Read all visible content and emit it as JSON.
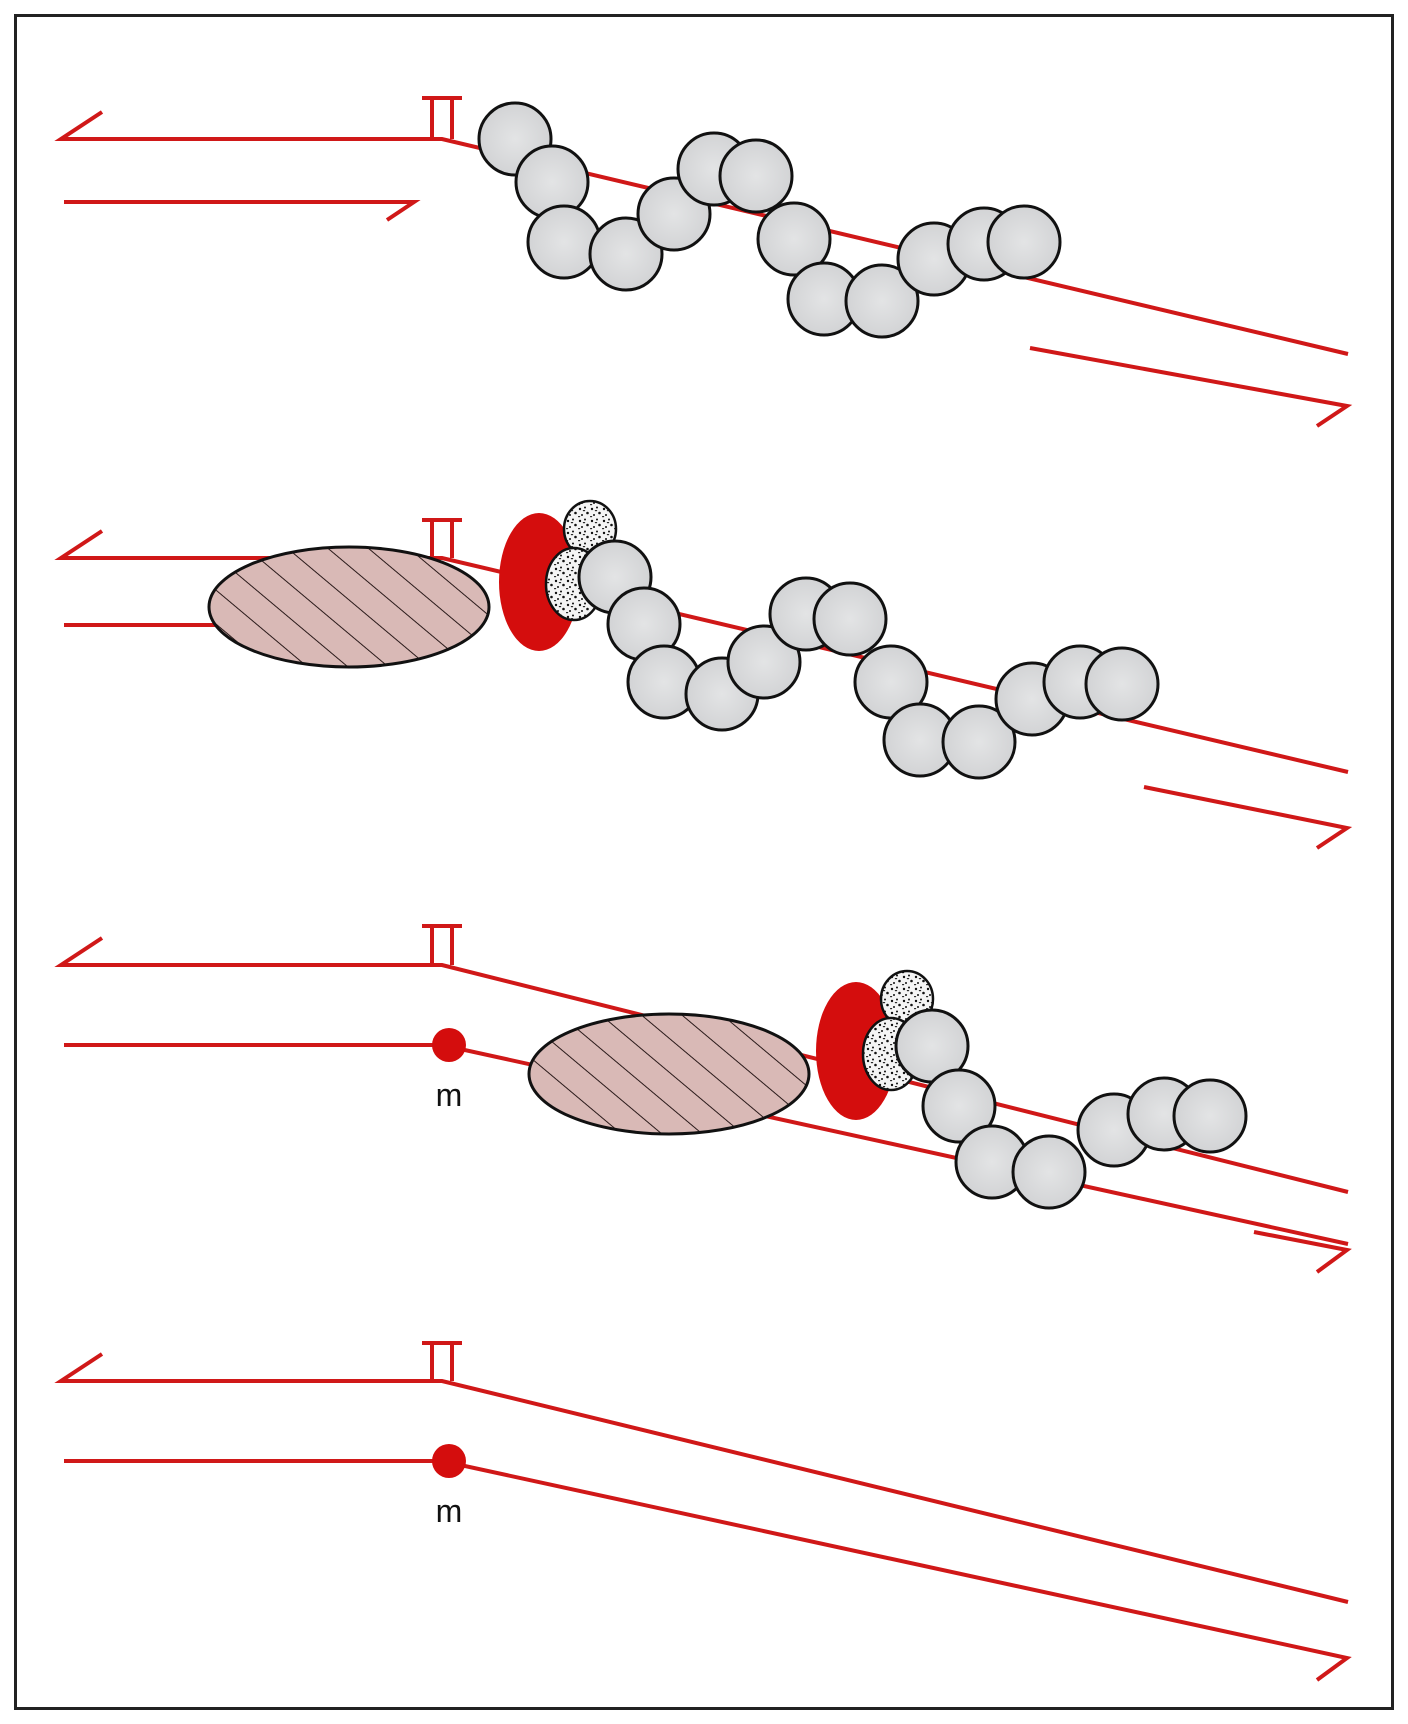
{
  "colors": {
    "strand": "#d01818",
    "methyl_mark": "#d40d0d",
    "bead_fill": "#d9dadb",
    "oval_fill": "#d9b9b6",
    "frame": "#222222"
  },
  "icons": {
    "crosslink": "double-bar-tie",
    "methyl": "filled-red-dot",
    "bead": "gray-sphere",
    "oval": "hatched-ellipse",
    "speckle": "stippled-oval"
  },
  "panels": [
    {
      "id": "panel-1",
      "mark_label": ""
    },
    {
      "id": "panel-2",
      "mark_label": ""
    },
    {
      "id": "panel-3",
      "mark_label": "m"
    },
    {
      "id": "panel-4",
      "mark_label": "m"
    }
  ]
}
